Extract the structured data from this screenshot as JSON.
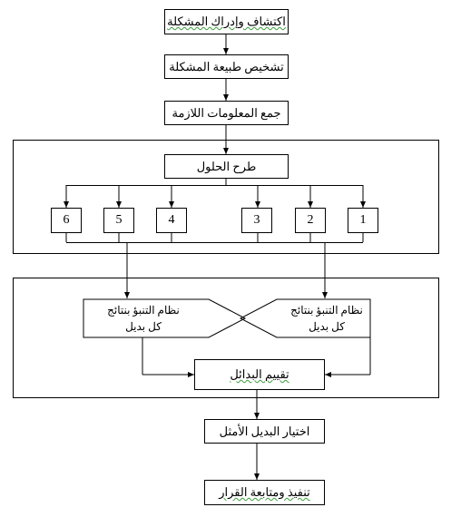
{
  "steps": {
    "step1": "اكتشاف وإدراك المشكلة",
    "step2": "تشخيص طبيعة المشكلة",
    "step3": "جمع المعلومات اللازمة",
    "step4": "طرح الحلول",
    "evaluate": "تقييم البدائل",
    "choose": "اختيار البديل الأمثل",
    "implement": "تنفيذ ومتابعة القرار"
  },
  "solutions": [
    "1",
    "2",
    "3",
    "4",
    "5",
    "6"
  ],
  "prediction": {
    "left_line1": "نظام التنبؤ بنتائج",
    "left_line2": "كل بديل",
    "right_line1": "نظام التنبؤ بنتائج",
    "right_line2": "كل بديل"
  }
}
